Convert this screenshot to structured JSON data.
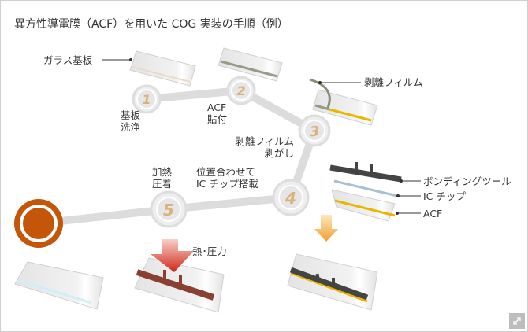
{
  "title": "異方性導電膜（ACF）を用いた COG 実装の手順（例）",
  "steps": [
    {
      "number": "1",
      "label_lines": [
        "基板",
        "洗浄"
      ]
    },
    {
      "number": "2",
      "label_lines": [
        "ACF",
        "貼付"
      ]
    },
    {
      "number": "3",
      "label_lines": [
        "剥離フィルム",
        "剥がし"
      ]
    },
    {
      "number": "4",
      "label_lines": [
        "位置合わせて",
        "IC チップ搭載"
      ]
    },
    {
      "number": "5",
      "label_lines": [
        "加熱",
        "圧着"
      ]
    }
  ],
  "callouts": {
    "glass": "ガラス基板",
    "release_film": "剥離フィルム",
    "bonding_tool": "ボンディングツール",
    "ic_chip": "IC チップ",
    "acf": "ACF",
    "heat_pressure": "熱･圧力"
  },
  "colors": {
    "accent": "#c4560a",
    "acf": "#e8b800",
    "number": "#d9b27a",
    "arrow_heat": "#d03020",
    "arrow_place": "#f5b040"
  }
}
